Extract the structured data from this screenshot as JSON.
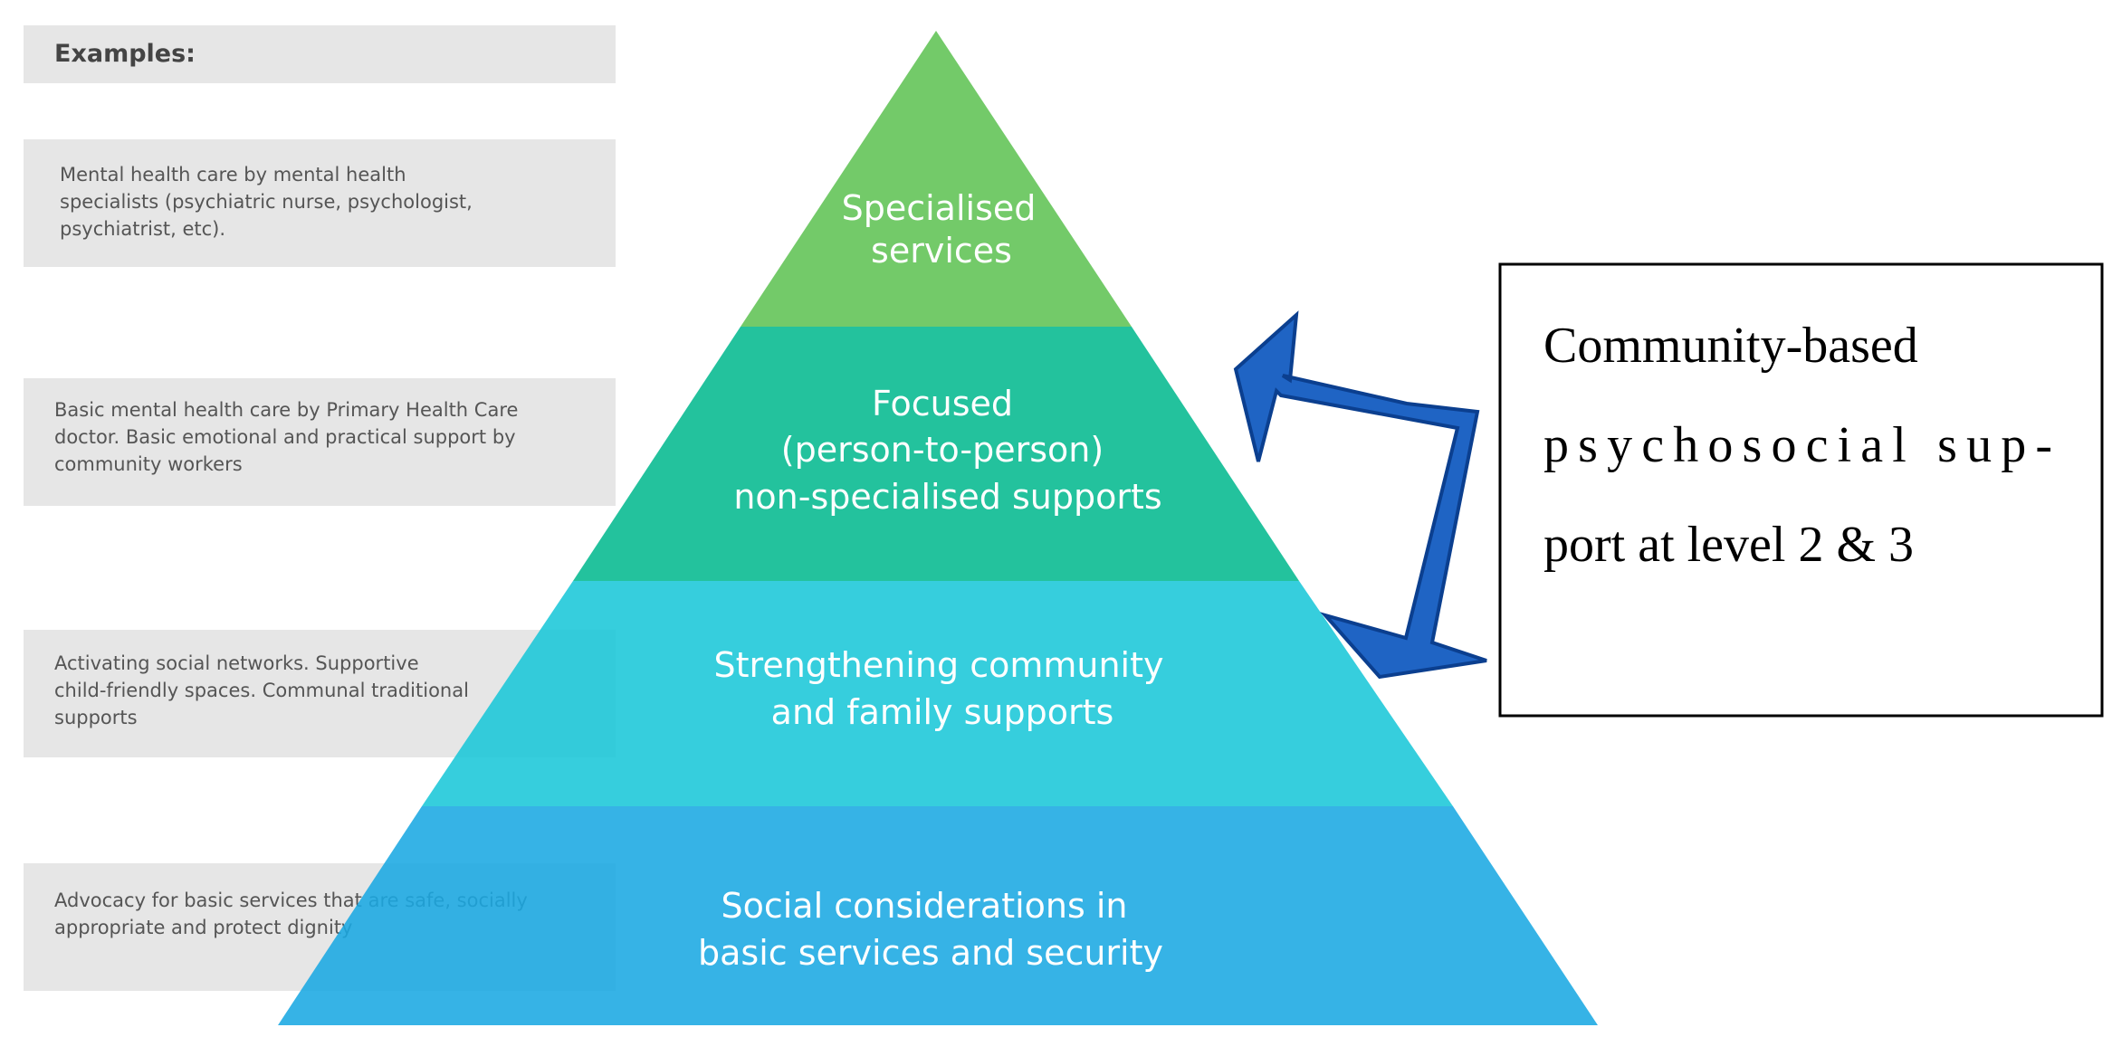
{
  "examples": {
    "heading": "Examples:",
    "items": [
      [
        "Mental health care by mental health",
        "specialists (psychiatric nurse, psychologist,",
        "psychiatrist, etc)."
      ],
      [
        "Basic mental health care by Primary Health Care",
        "doctor. Basic emotional and practical support by",
        "community workers"
      ],
      [
        "Activating social networks. Supportive",
        "child-friendly spaces. Communal traditional",
        "supports"
      ],
      [
        "Advocacy for basic services that are safe, socially",
        "appropriate and protect dignity"
      ]
    ]
  },
  "pyramid": {
    "tiers": [
      {
        "lines": [
          "Specialised",
          "services"
        ],
        "color": "#6cc761"
      },
      {
        "lines": [
          "Focused",
          "(person-to-person)",
          "non-specialised supports"
        ],
        "color": "#17bf98"
      },
      {
        "lines": [
          "Strengthening community",
          "and family supports"
        ],
        "color": "#1ac7d8"
      },
      {
        "lines": [
          "Social considerations in",
          "basic services and security"
        ],
        "color": "#1aa9e3"
      }
    ]
  },
  "callout": {
    "lines": [
      "Community-based",
      "psychosocial sup-",
      "port at level 2 & 3"
    ],
    "arrow_color": "#1f64c4",
    "arrow_outline": "#0b3f8f"
  }
}
